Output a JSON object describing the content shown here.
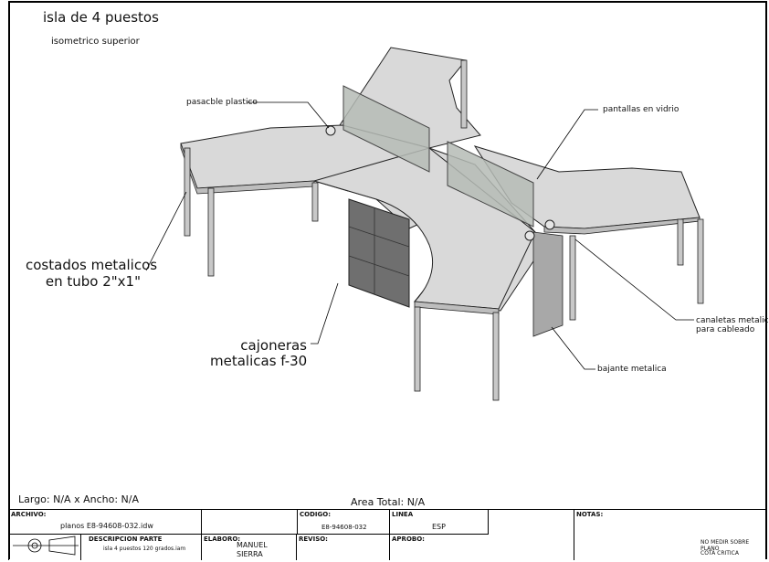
{
  "header": {
    "title": "isla de 4 puestos",
    "subtitle": "isometrico superior"
  },
  "callouts": {
    "pasacable": "pasacble plastico",
    "pantallas": "pantallas en vidrio",
    "costados_line1": "costados metalicos",
    "costados_line2": "en tubo 2\"x1\"",
    "cajoneras_line1": "cajoneras",
    "cajoneras_line2": "metalicas f-30",
    "canaletas_line1": "canaletas metalicas",
    "canaletas_line2": "para cableado",
    "bajante": "bajante metalica"
  },
  "dimensions": {
    "size": "Largo: N/A x Ancho: N/A",
    "area": "Area Total: N/A"
  },
  "title_block": {
    "archivo_label": "ARCHIVO:",
    "archivo_value": "planos E8-94608-032.idw",
    "codigo_label": "CODIGO:",
    "codigo_value": "E8-94608-032",
    "linea_label": "LINEA",
    "linea_value": "ESP",
    "notas_label": "NOTAS:",
    "descripcion_label": "DESCRIPCION PARTE",
    "descripcion_value": "isla 4  puestos 120 grados.iam",
    "elaboro_label": "ELABORO:",
    "elaboro_value_1": "MANUEL",
    "elaboro_value_2": "SIERRA",
    "reviso_label": "REVISO:",
    "aprobo_label": "APROBO:",
    "nota_1": "NO MEDIR SOBRE PLANO",
    "nota_2": "COTA CRITICA"
  },
  "colors": {
    "desk_top": "#d9d9d9",
    "desk_edge": "#bdbdbd",
    "glass": "#b5bbb5",
    "drawer": "#6f6f6f",
    "leg": "#c8c8c8"
  }
}
